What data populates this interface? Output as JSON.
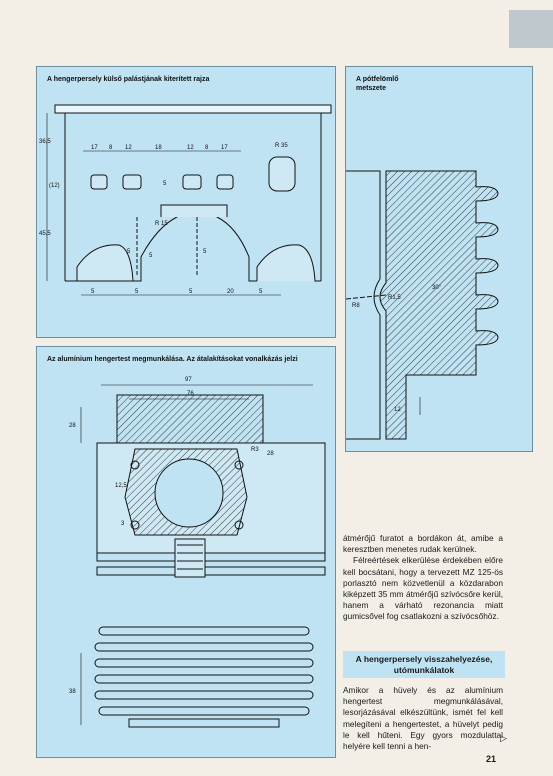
{
  "tab": {
    "text": ""
  },
  "figure1": {
    "title": "A hengerpersely külső palástjának kiterített rajza",
    "dims": [
      "36,5",
      "17",
      "8",
      "12",
      "18",
      "12",
      "8",
      "17",
      "R 35",
      "(12)",
      "5",
      "45,5",
      "5",
      "5",
      "R 15",
      "5",
      "5",
      "5",
      "5",
      "20",
      "5"
    ]
  },
  "figure2": {
    "title_line1": "A pótfelömlő",
    "title_line2": "metszete",
    "dims": [
      "30°",
      "R8",
      "R1,5",
      "12"
    ]
  },
  "figure3": {
    "title": "Az alumínium hengertest megmunkálása. Az átalakításokat vonalkázás jelzi",
    "dims": [
      "97",
      "76",
      "28",
      "R3",
      "28",
      "12,5",
      "3",
      "38"
    ]
  },
  "body": {
    "para1": "átmérőjű furatot a bordákon át, amibe a keresztben menetes rudak kerülnek.",
    "para2": "Félreértések elkerülése érdekében előre kell bocsátani, hogy a tervezett MZ 125-ös porlasztó nem közvetlenül a közdarabon kiképzett 35 mm átmérőjű szívócsőre kerül, hanem a várható rezonancia miatt gumicsővel fog csatlakozni a szívócsőhöz.",
    "subhead": "A hengerpersely visszahelyezése, utómunkálatok",
    "para3": "Amikor a hüvely és az alumínium hengertest megmunkálásával, lesorjázásával elkészültünk, ismét fel kell melegíteni a hengertestet, a hüvelyt pedig le kell hűteni. Egy gyors mozdulattal helyére kell tenni a hen-",
    "arrow": "▷",
    "page_number": "21"
  }
}
